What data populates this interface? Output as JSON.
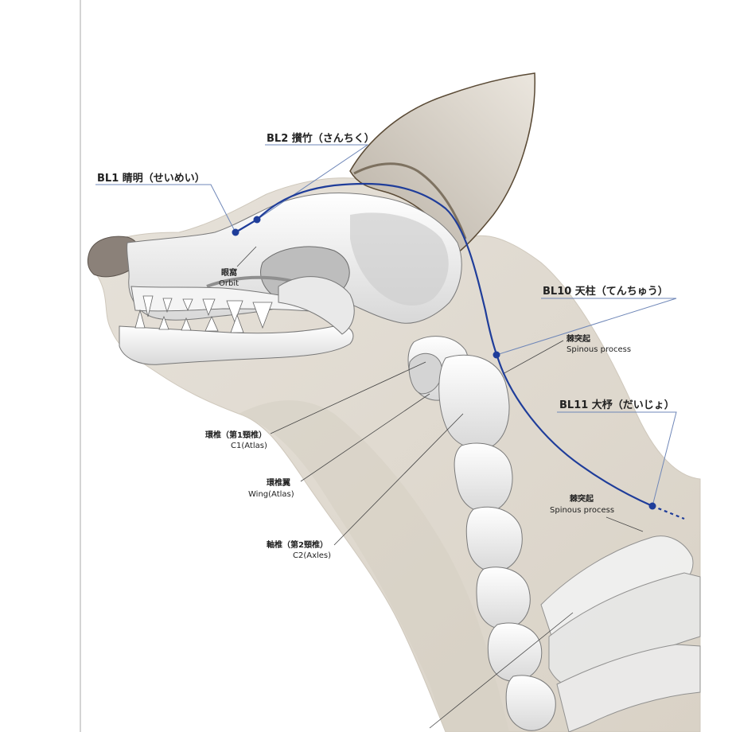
{
  "colors": {
    "meridian": "#1f3d9a",
    "body": "#e3ddd4",
    "skin_shadow": "#cdc5b9",
    "bone": "#fbfbfb",
    "bone_shadow": "#9a9a9a",
    "nose": "#8b8179",
    "leader_blue": "#6f87b8",
    "leader_dark": "#444444"
  },
  "points": [
    {
      "id": "bl1",
      "label": "BL1 睛明（せいめい）"
    },
    {
      "id": "bl2",
      "label": "BL2 攅竹（さんちく）"
    },
    {
      "id": "bl10",
      "label": "BL10 天柱（てんちゅう）"
    },
    {
      "id": "bl11",
      "label": "BL11 大杼（だいじょ）"
    }
  ],
  "anatomy": {
    "orbit_ja": "眼窩",
    "orbit_en": "Orbit",
    "spinous1_ja": "棘突起",
    "spinous1_en": "Spinous process",
    "spinous2_ja": "棘突起",
    "spinous2_en": "Spinous process",
    "atlas_ja": "環椎（第1頸椎）",
    "atlas_en": "C1(Atlas)",
    "wing_ja": "環椎翼",
    "wing_en": "Wing(Atlas)",
    "axis_ja": "軸椎（第2頸椎）",
    "axis_en": "C2(Axles)"
  }
}
